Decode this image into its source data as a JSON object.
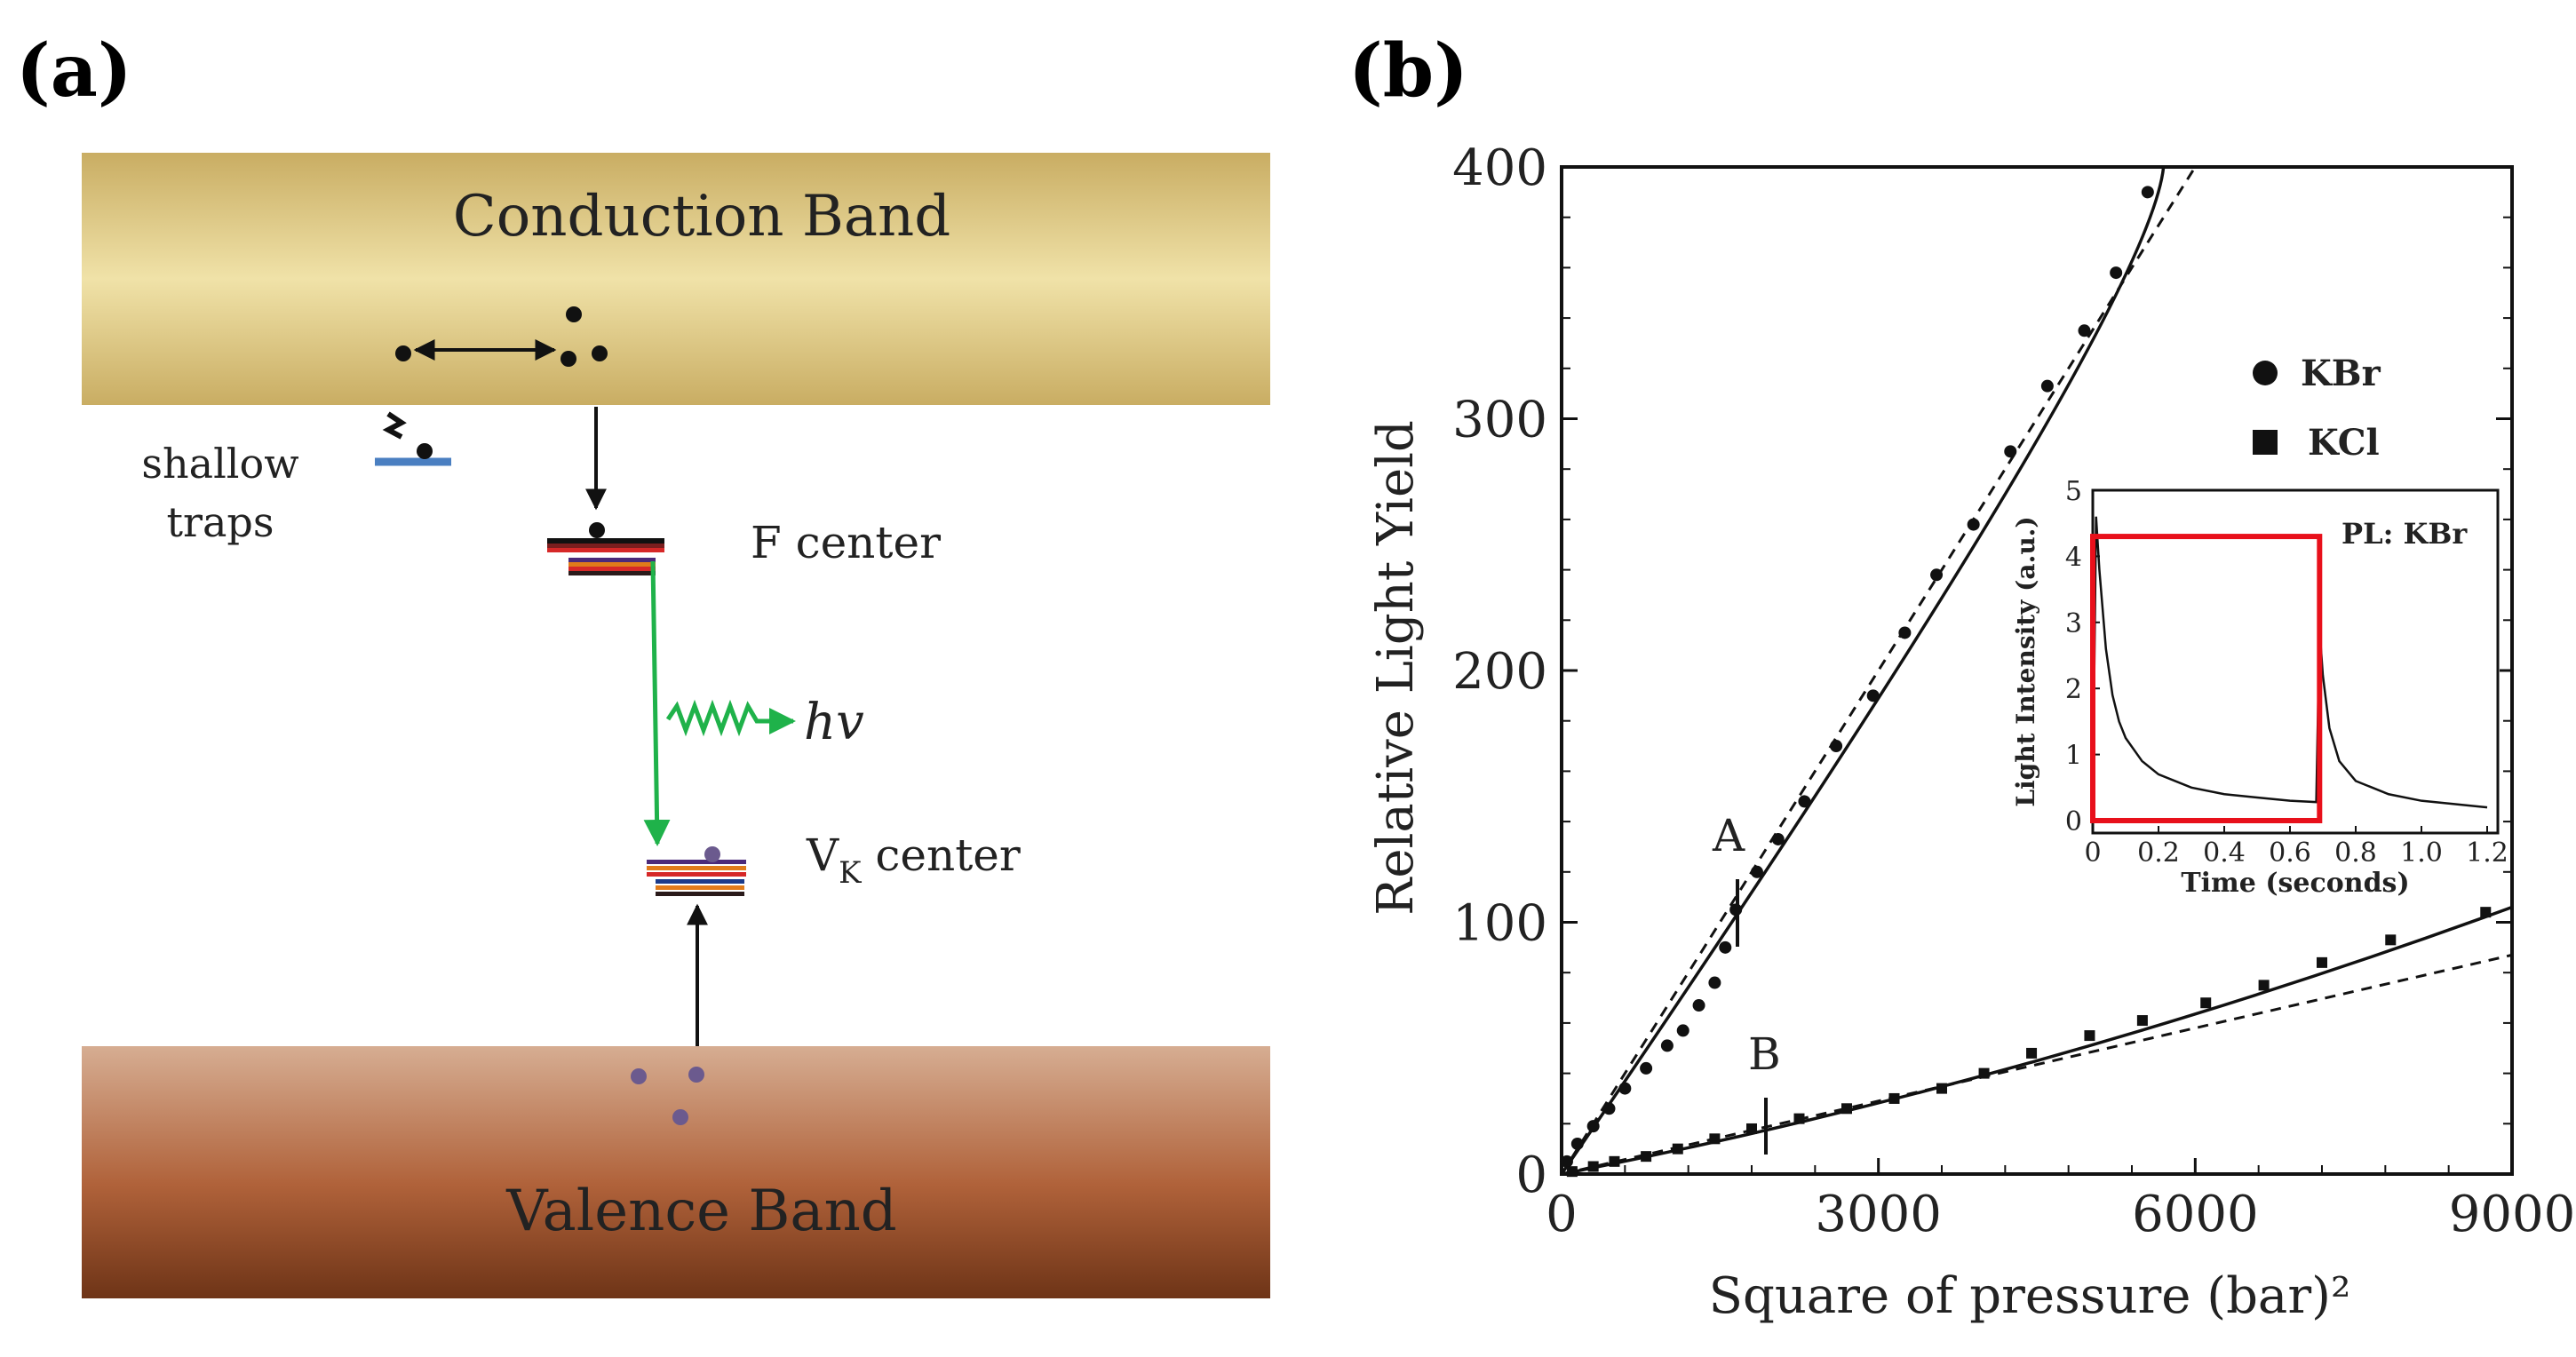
{
  "panel_a": {
    "label": "(a)",
    "conduction_band": "Conduction Band",
    "valence_band": "Valence Band",
    "shallow_traps_line1": "shallow",
    "shallow_traps_line2": "traps",
    "f_center": "F center",
    "vk_center_main": "V",
    "vk_center_sub": "K",
    "vk_center_rest": " center",
    "photon": "hv"
  },
  "panel_b": {
    "label": "(b)",
    "legend": [
      "KBr",
      "KCl"
    ],
    "curve_labels": [
      "A",
      "B"
    ],
    "inset_label": "PL: KBr"
  },
  "chart_data": [
    {
      "type": "scatter",
      "xlabel": "Square of pressure (bar)²",
      "ylabel": "Relative Light Yield",
      "xlim": [
        0,
        9000
      ],
      "ylim": [
        0,
        400
      ],
      "x_ticks": [
        "0",
        "3000",
        "6000",
        "9000"
      ],
      "y_ticks": [
        "0",
        "100",
        "200",
        "300",
        "400"
      ],
      "legend_position": "top-right",
      "series": [
        {
          "name": "KBr",
          "label": "A",
          "marker": "circle",
          "x": [
            50,
            150,
            300,
            450,
            600,
            800,
            1000,
            1150,
            1300,
            1450,
            1550,
            1650,
            1850,
            2050,
            2300,
            2600,
            2950,
            3250,
            3550,
            3900,
            4250,
            4600,
            4950,
            5250,
            5550
          ],
          "y": [
            5,
            12,
            19,
            26,
            34,
            42,
            51,
            57,
            67,
            76,
            90,
            105,
            120,
            133,
            148,
            170,
            190,
            215,
            238,
            258,
            287,
            313,
            335,
            358,
            390
          ],
          "fit": [
            [
              0,
              0
            ],
            [
              4200,
              270
            ],
            [
              5700,
              400
            ]
          ],
          "linear_extrapolation": [
            [
              0,
              0
            ],
            [
              6000,
              400
            ]
          ]
        },
        {
          "name": "KCl",
          "label": "B",
          "marker": "square",
          "x": [
            100,
            300,
            500,
            800,
            1100,
            1450,
            1800,
            2250,
            2700,
            3150,
            3600,
            4000,
            4450,
            5000,
            5500,
            6100,
            6650,
            7200,
            7850,
            8750
          ],
          "y": [
            1,
            3,
            5,
            7,
            10,
            14,
            18,
            22,
            26,
            30,
            34,
            40,
            48,
            55,
            61,
            68,
            75,
            84,
            93,
            104
          ],
          "fit": [
            [
              0,
              0
            ],
            [
              4500,
              45
            ],
            [
              9000,
              106
            ]
          ],
          "linear_extrapolation": [
            [
              0,
              0
            ],
            [
              9000,
              87
            ]
          ]
        }
      ]
    },
    {
      "type": "line",
      "title": "PL: KBr",
      "xlabel": "Time (seconds)",
      "ylabel": "Light Intensity (a.u.)",
      "xlim": [
        0,
        1.2
      ],
      "ylim": [
        0,
        5
      ],
      "x_ticks": [
        "0",
        "0.2",
        "0.4",
        "0.6",
        "0.8",
        "1.0",
        "1.2"
      ],
      "y_ticks": [
        "0",
        "1",
        "2",
        "3",
        "4",
        "5"
      ],
      "series": [
        {
          "name": "",
          "x": [
            0.0,
            0.01,
            0.02,
            0.04,
            0.06,
            0.08,
            0.1,
            0.15,
            0.2,
            0.3,
            0.4,
            0.5,
            0.6,
            0.68,
            0.69,
            0.7,
            0.72,
            0.75,
            0.8,
            0.9,
            1.0,
            1.1,
            1.2
          ],
          "y": [
            0.2,
            4.6,
            3.8,
            2.6,
            1.9,
            1.5,
            1.25,
            0.9,
            0.7,
            0.5,
            0.4,
            0.35,
            0.3,
            0.28,
            2.9,
            2.2,
            1.4,
            0.9,
            0.6,
            0.4,
            0.3,
            0.25,
            0.2
          ]
        }
      ],
      "highlight_box": {
        "x0": 0.0,
        "x1": 0.69,
        "y0": 0,
        "y1": 4.3,
        "color": "#e8101b"
      }
    }
  ],
  "colors": {
    "conduction_band": "#d9c07a",
    "valence_band": "#a0522d",
    "green_arrow": "#1fb24a",
    "trap_blue": "#4a7fc1",
    "electron": "#111111",
    "hole": "#6b5a8e",
    "inset_box": "#e8101b"
  }
}
